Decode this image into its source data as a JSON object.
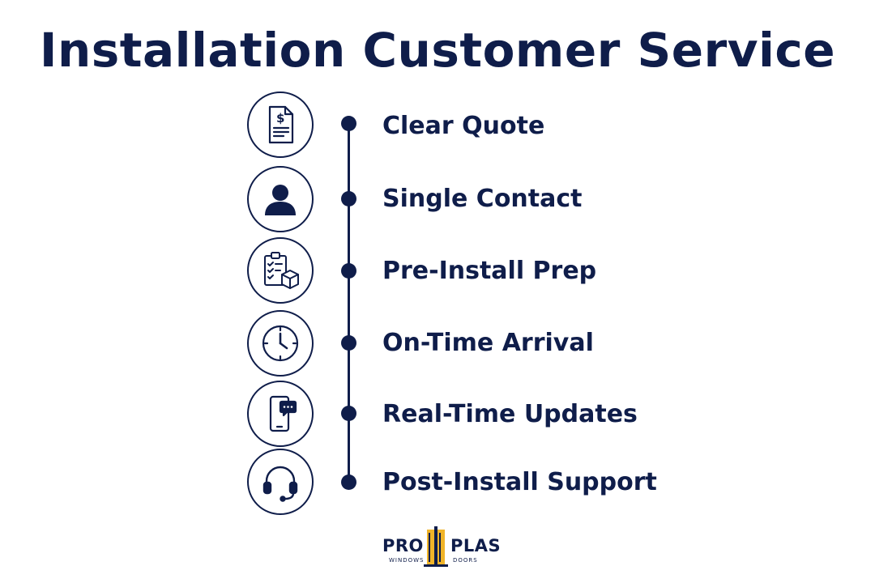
{
  "title": "Installation Customer Service",
  "steps": [
    {
      "label": "Clear Quote",
      "icon": "quote-document-icon"
    },
    {
      "label": "Single Contact",
      "icon": "person-icon"
    },
    {
      "label": "Pre-Install Prep",
      "icon": "clipboard-checklist-icon"
    },
    {
      "label": "On-Time Arrival",
      "icon": "clock-icon"
    },
    {
      "label": "Real-Time Updates",
      "icon": "phone-message-icon"
    },
    {
      "label": "Post-Install Support",
      "icon": "headset-icon"
    }
  ],
  "logo": {
    "left_word": "PRO",
    "right_word": "PLAS",
    "left_sub": "WINDOWS",
    "right_sub": "DOORS",
    "colors": {
      "navy": "#0f1d4a",
      "gold": "#f0b429"
    }
  }
}
